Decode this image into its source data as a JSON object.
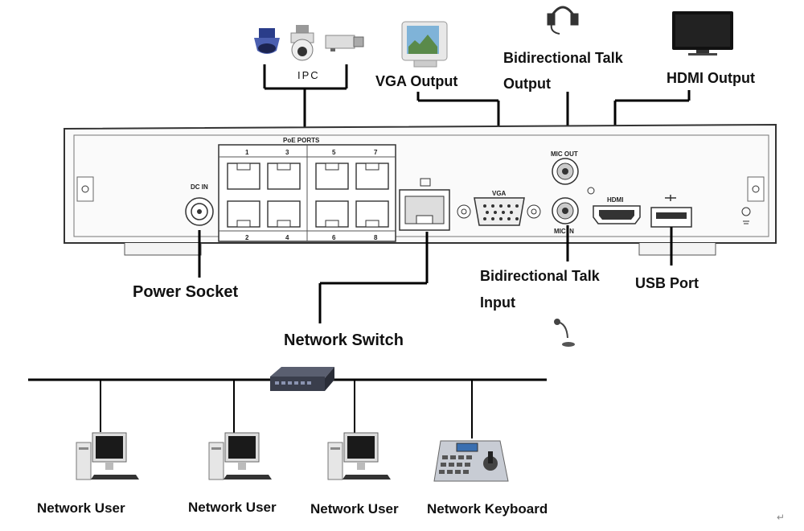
{
  "labels": {
    "ipc": "IPC",
    "vga_output": "VGA Output",
    "bidirectional_talk_output_line1": "Bidirectional Talk",
    "bidirectional_talk_output_line2": "Output",
    "hdmi_output": "HDMI Output",
    "power_socket": "Power Socket",
    "bidirectional_talk_input_line1": "Bidirectional Talk",
    "bidirectional_talk_input_line2": "Input",
    "usb_port": "USB Port",
    "network_switch": "Network Switch",
    "network_user_1": "Network User",
    "network_user_2": "Network User",
    "network_user_3": "Network User",
    "network_keyboard": "Network Keyboard"
  },
  "panel": {
    "poe_ports_title": "PoE PORTS",
    "port_numbers_top": [
      "1",
      "3",
      "5",
      "7"
    ],
    "port_numbers_bottom": [
      "2",
      "4",
      "6",
      "8"
    ],
    "dc_in": "DC IN",
    "vga": "VGA",
    "mic_out": "MIC OUT",
    "mic_in": "MIC IN",
    "hdmi": "HDMI"
  },
  "page_mark": "↵"
}
